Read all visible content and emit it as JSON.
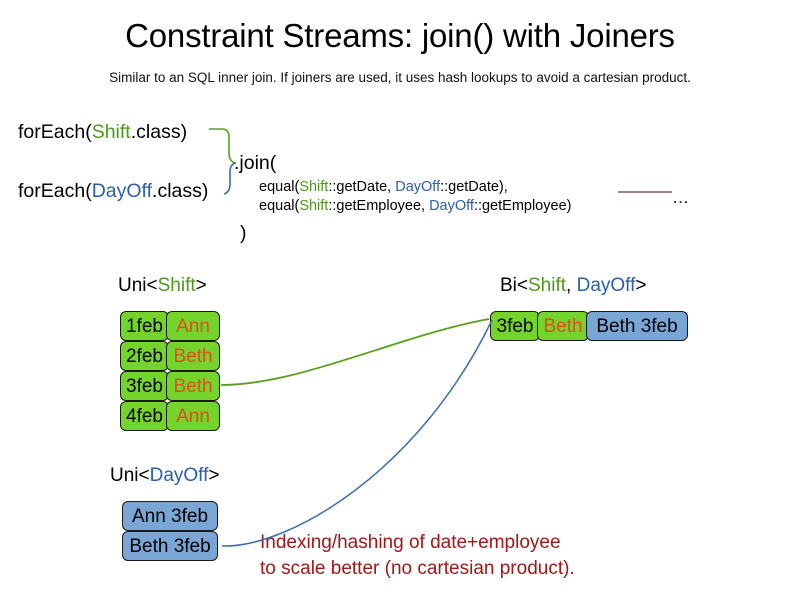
{
  "header": {
    "title": "Constraint Streams: join() with Joiners",
    "subtitle": "Similar to an SQL inner join. If joiners are used, it uses hash lookups to avoid a cartesian product."
  },
  "code": {
    "foreach_shift": {
      "prefix": "forEach(",
      "type": "Shift",
      "suffix": ".class)"
    },
    "foreach_dayoff": {
      "prefix": "forEach(",
      "type": "DayOff",
      "suffix": ".class)"
    },
    "join_call": ".join(",
    "equal_line_1": {
      "prefix": "equal(",
      "left_type": "Shift",
      "left_method": "::getDate, ",
      "right_type": "DayOff",
      "right_method": "::getDate),"
    },
    "equal_line_2": {
      "prefix": "equal(",
      "left_type": "Shift",
      "left_method": "::getEmployee, ",
      "right_type": "DayOff",
      "right_method": "::getEmployee)"
    },
    "close_paren": ")",
    "ellipsis": "…"
  },
  "streams": {
    "uni_shift": {
      "label": {
        "prefix": "Uni<",
        "type": "Shift",
        "suffix": ">"
      },
      "rows": [
        {
          "date": "1feb",
          "employee": "Ann"
        },
        {
          "date": "2feb",
          "employee": "Beth"
        },
        {
          "date": "3feb",
          "employee": "Beth"
        },
        {
          "date": "4feb",
          "employee": "Ann"
        }
      ]
    },
    "uni_dayoff": {
      "label": {
        "prefix": "Uni<",
        "type": "DayOff",
        "suffix": ">"
      },
      "rows": [
        {
          "value": "Ann 3feb"
        },
        {
          "value": "Beth 3feb"
        }
      ]
    },
    "bi": {
      "label": {
        "prefix": "Bi<",
        "type_a": "Shift",
        "separator": ", ",
        "type_b": "DayOff",
        "suffix": ">"
      },
      "row": {
        "date": "3feb",
        "employee": "Beth",
        "dayoff": "Beth 3feb"
      }
    }
  },
  "annotation": {
    "line1": "Indexing/hashing of date+employee",
    "line2": "to scale better (no cartesian product)."
  },
  "colors": {
    "shift_green": "#4a9a18",
    "dayoff_blue": "#2a5fa8",
    "box_green": "#74d42b",
    "box_blue": "#7aa6d6",
    "employee_orange": "#e8491d",
    "annotation_red": "#a01818",
    "connector_green": "#5a9e1e",
    "connector_blue": "#3a6ea8",
    "ellipsis_line_purple": "#7a5a7a"
  }
}
